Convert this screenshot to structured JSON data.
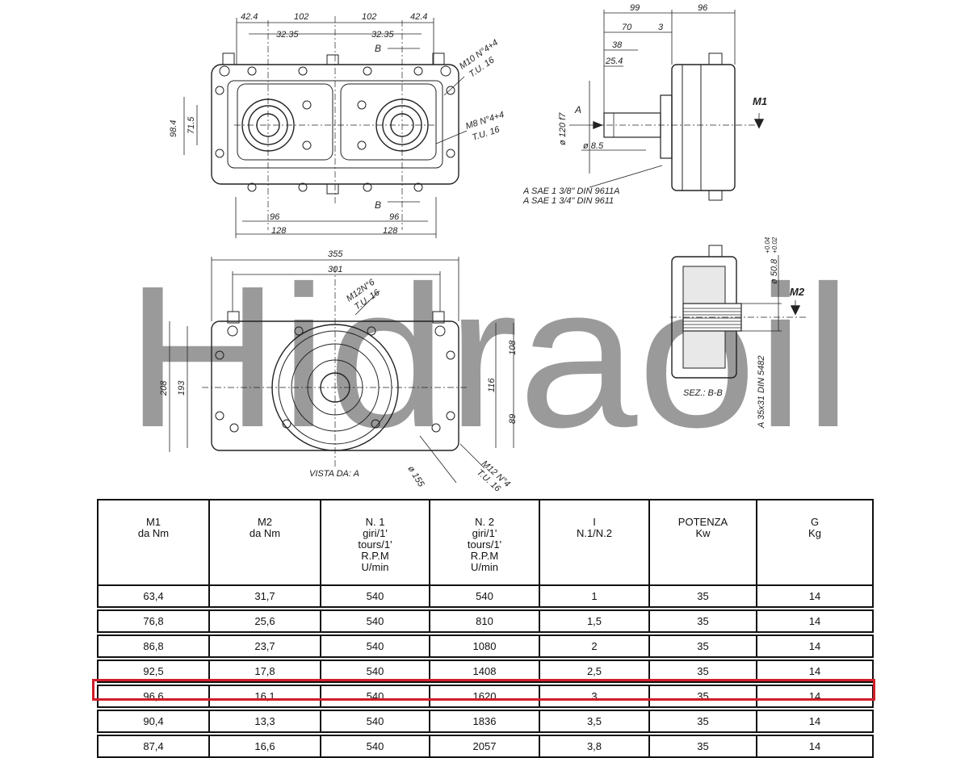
{
  "watermark": {
    "text": "Hidraoil",
    "color": "#8fd48f"
  },
  "drawing": {
    "top_view": {
      "dims_top": [
        "42.4",
        "102",
        "102",
        "42.4"
      ],
      "dims_inner": [
        "32.35",
        "32.35"
      ],
      "dims_left": [
        "98.4",
        "71.5"
      ],
      "dims_bottom_inner": [
        "96",
        "96"
      ],
      "dims_bottom_outer": [
        "128",
        "128"
      ],
      "section_marks": [
        "B",
        "B"
      ],
      "note_m10_1": "M10 N°4+4",
      "note_m10_2": "T.U. 16",
      "note_m8_1": "M8 N°4+4",
      "note_m8_2": "T.U. 16"
    },
    "side_view": {
      "dims": [
        "99",
        "96",
        "70",
        "3",
        "38",
        "25.4"
      ],
      "dia_flange": "ø 120 f7",
      "dia_hole": "ø 8.5",
      "arrow_label": "A",
      "moment_label": "M1",
      "shaft_note_1": "A SAE 1 3/8\"  DIN 9611A",
      "shaft_note_2": "A SAE 1 3/4\"  DIN 9611"
    },
    "front_view": {
      "dims_top": [
        "355",
        "301"
      ],
      "dims_left": [
        "208",
        "193"
      ],
      "dims_right": [
        "108",
        "116",
        "89"
      ],
      "note_m12a_1": "M12N°6",
      "note_m12a_2": "T.U. 16",
      "note_m12b_1": "M12 N°4",
      "note_m12b_2": "T.U. 16",
      "dia_flange": "ø 155",
      "view_caption": "VISTA DA: A"
    },
    "section_view": {
      "caption": "SEZ.: B-B",
      "dia_bore": "ø 50.8",
      "tol_upper": "+0.04",
      "tol_lower": "+0.02",
      "moment_label": "M2",
      "spline_note": "A 35x31 DIN 5482"
    }
  },
  "table": {
    "headers": [
      [
        "M1",
        "da Nm"
      ],
      [
        "M2",
        "da Nm"
      ],
      [
        "N. 1",
        "giri/1'",
        "tours/1'",
        "R.P.M",
        "U/min"
      ],
      [
        "N. 2",
        "giri/1'",
        "tours/1'",
        "R.P.M",
        "U/min"
      ],
      [
        "I",
        "N.1/N.2"
      ],
      [
        "POTENZA",
        "Kw"
      ],
      [
        "G",
        "Kg"
      ]
    ],
    "rows": [
      [
        "63,4",
        "31,7",
        "540",
        "540",
        "1",
        "35",
        "14"
      ],
      [
        "76,8",
        "25,6",
        "540",
        "810",
        "1,5",
        "35",
        "14"
      ],
      [
        "86,8",
        "23,7",
        "540",
        "1080",
        "2",
        "35",
        "14"
      ],
      [
        "92,5",
        "17,8",
        "540",
        "1408",
        "2,5",
        "35",
        "14"
      ],
      [
        "96,6",
        "16,1",
        "540",
        "1620",
        "3",
        "35",
        "14"
      ],
      [
        "90,4",
        "13,3",
        "540",
        "1836",
        "3,5",
        "35",
        "14"
      ],
      [
        "87,4",
        "16,6",
        "540",
        "2057",
        "3,8",
        "35",
        "14"
      ]
    ],
    "highlight_row_index": 5,
    "highlight_color": "#d21e2a"
  }
}
